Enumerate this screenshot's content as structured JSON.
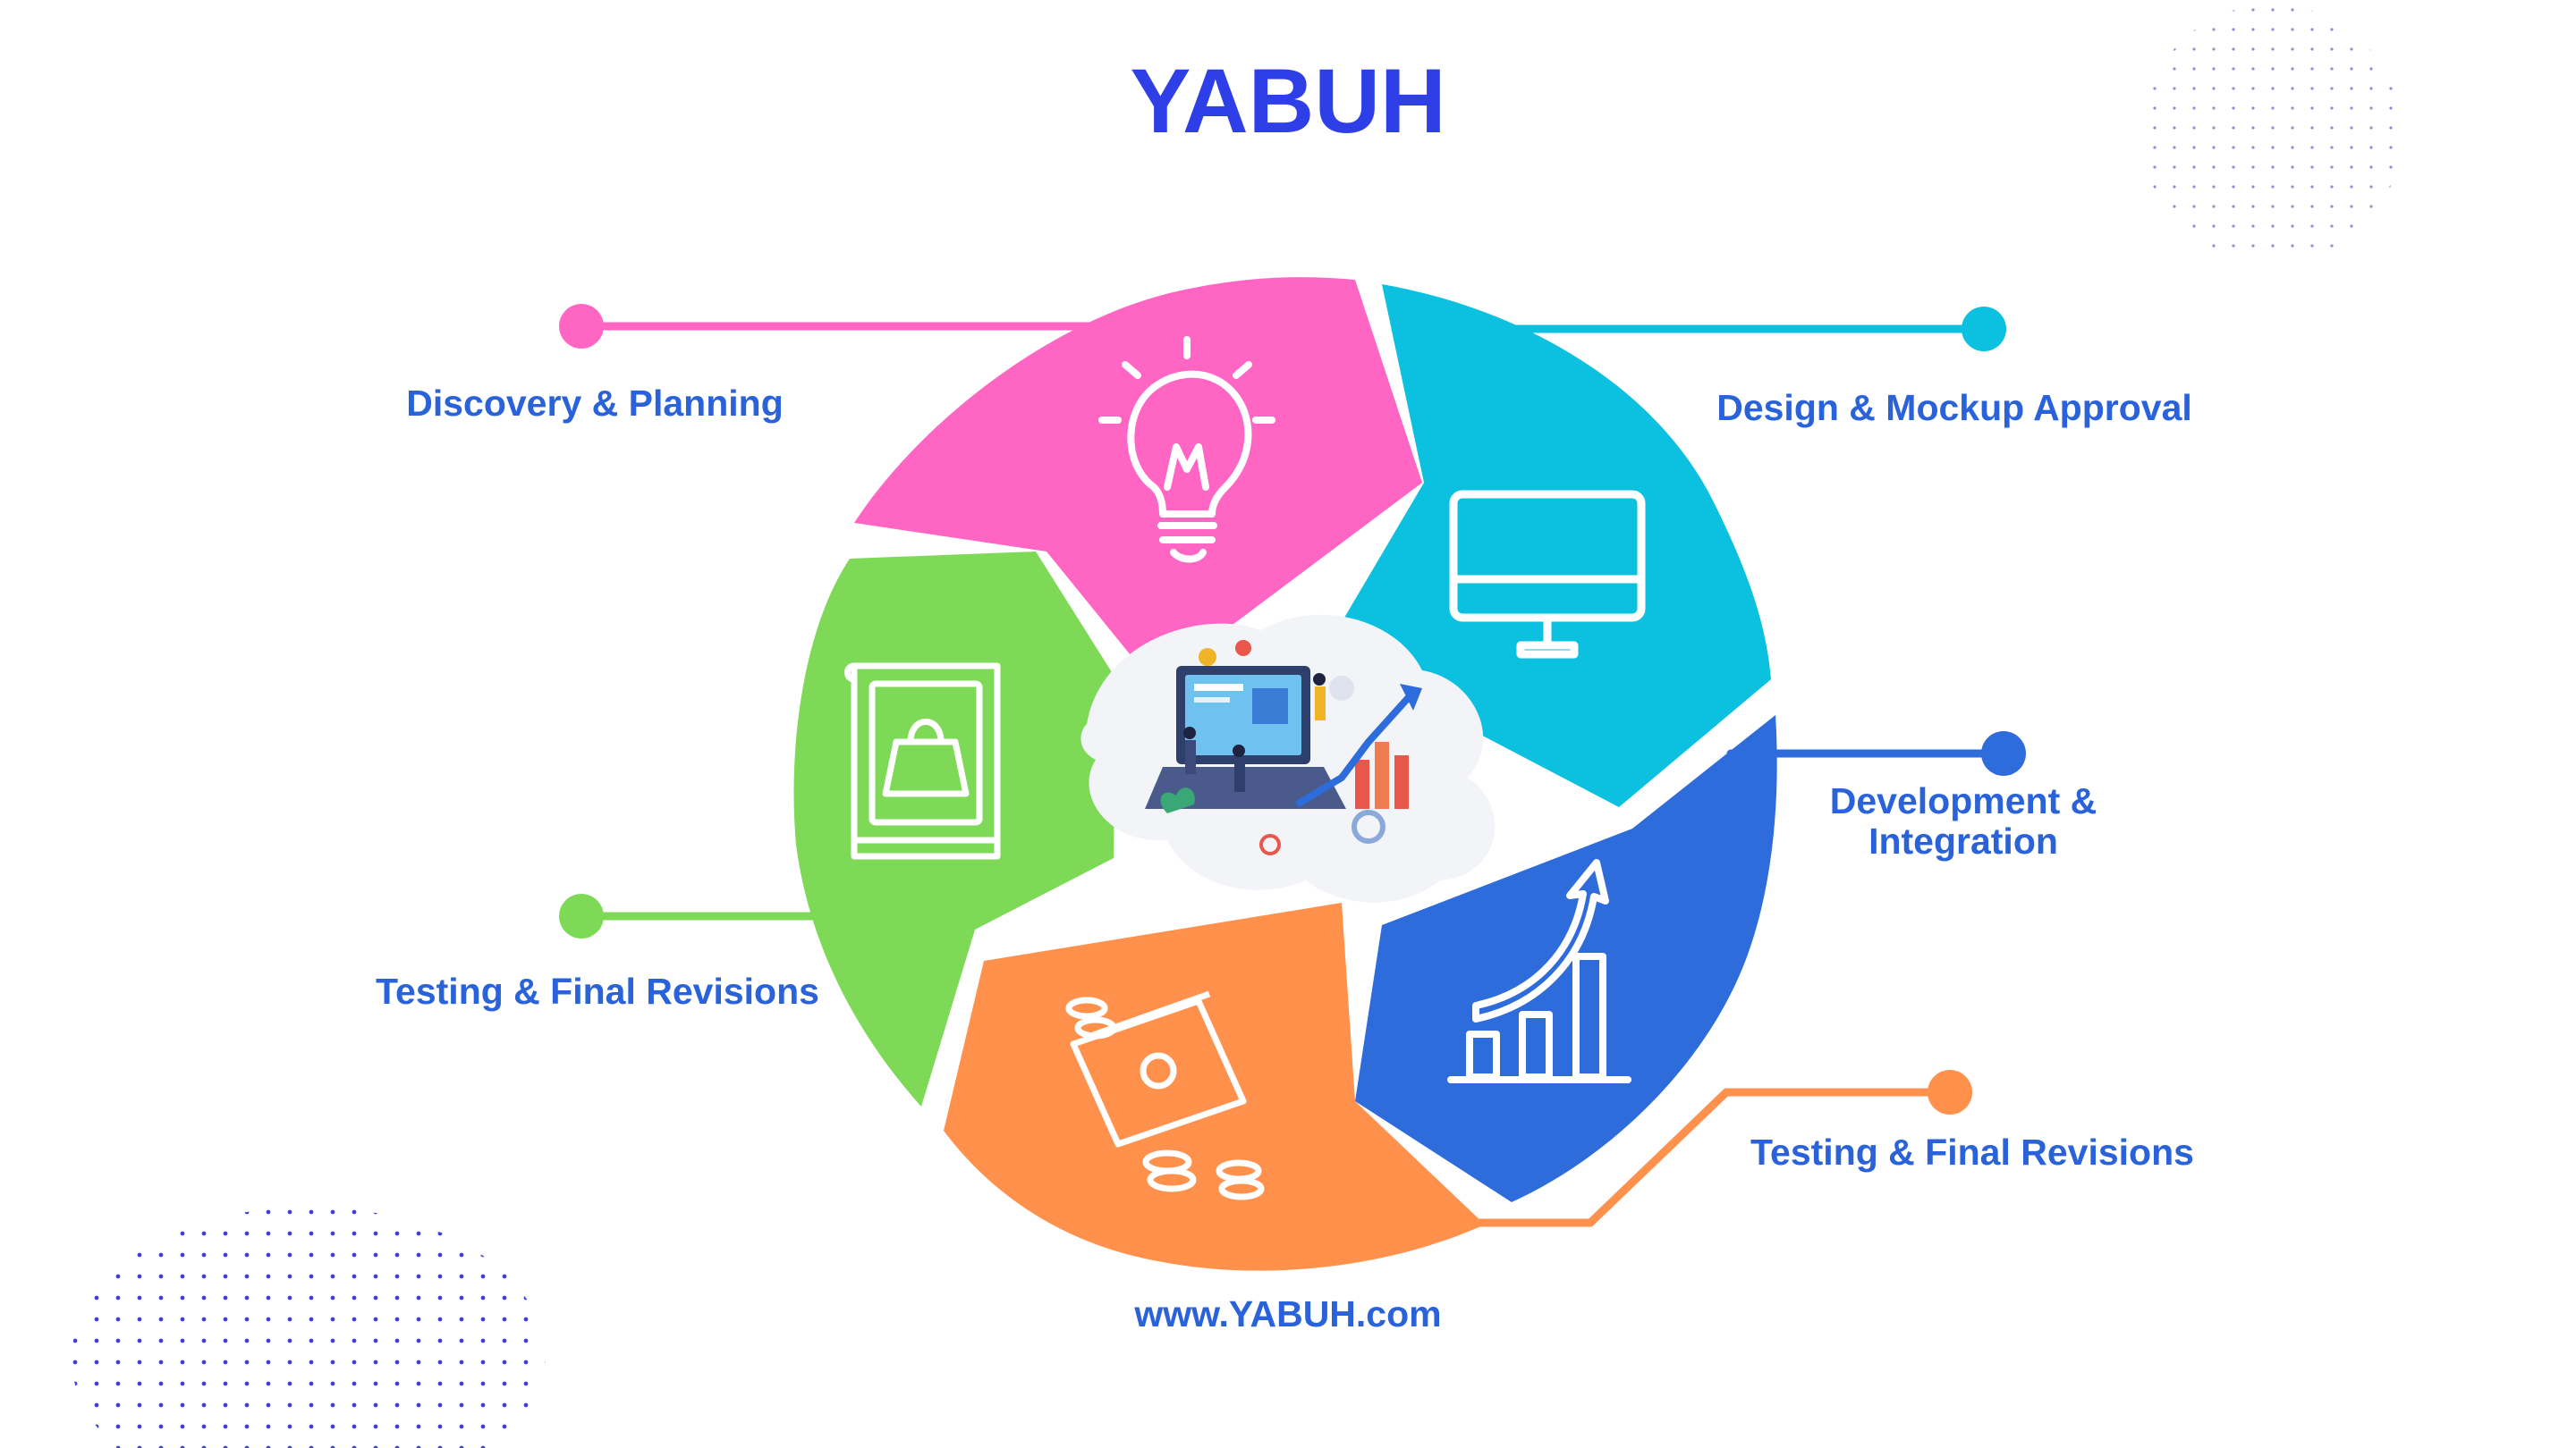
{
  "title": "YABUH",
  "website": "www.YABUH.com",
  "colors": {
    "title": "#2f3fe8",
    "label": "#2a62d9",
    "pink": "#ff66c4",
    "cyan": "#0cc0df",
    "blue": "#2e6bdb",
    "orange": "#ff914d",
    "green": "#7ed957",
    "dots": "#3b3fe0"
  },
  "stages": [
    {
      "key": "discovery",
      "label": "Discovery & Planning",
      "icon": "lightbulb-icon"
    },
    {
      "key": "design",
      "label": "Design & Mockup Approval",
      "icon": "monitor-icon"
    },
    {
      "key": "development",
      "label_lines": [
        "Development &",
        "Integration"
      ],
      "icon": "growth-chart-icon"
    },
    {
      "key": "testing-orange",
      "label": "Testing & Final Revisions",
      "icon": "money-icon"
    },
    {
      "key": "testing-green",
      "label": "Testing & Final Revisions",
      "icon": "shopping-book-icon"
    }
  ],
  "center_illustration": "team-analytics-illustration"
}
